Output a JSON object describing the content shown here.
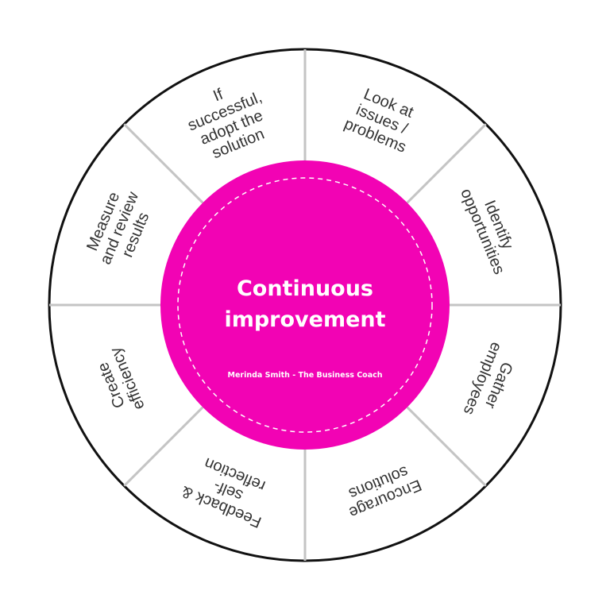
{
  "diagram": {
    "center": {
      "title_lines": [
        "Continuous",
        "improvement"
      ],
      "credit": "Merinda Smith - The Business Coach"
    },
    "segments": [
      {
        "lines": [
          "Look at",
          "issues /",
          "problems"
        ]
      },
      {
        "lines": [
          "Identify",
          "opportunities"
        ]
      },
      {
        "lines": [
          "Gather",
          "employees"
        ]
      },
      {
        "lines": [
          "Encourage",
          "solutions"
        ]
      },
      {
        "lines": [
          "Feedback &",
          "self-",
          "reflection"
        ]
      },
      {
        "lines": [
          "Create",
          "efficiency"
        ]
      },
      {
        "lines": [
          "Measure",
          "and review",
          "results"
        ]
      },
      {
        "lines": [
          "If",
          "successful,",
          "adopt the",
          "solution"
        ]
      }
    ],
    "colors": {
      "hub": "#f203b4",
      "outer_ring": "#111111",
      "dividers": "#c4c4c4",
      "label_text": "#333333",
      "hub_text": "#ffffff"
    }
  }
}
